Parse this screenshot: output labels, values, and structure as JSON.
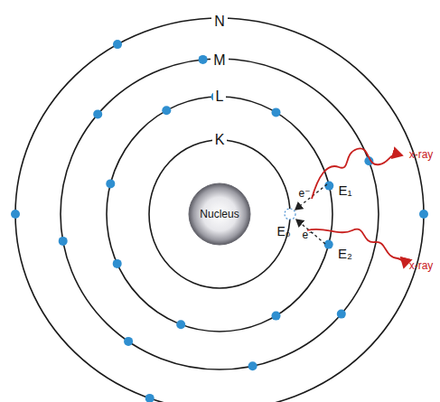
{
  "diagram": {
    "nodes": [
      {
        "text": [
          "Nucleus"
        ]
      }
    ],
    "labels": [
      "N",
      "M",
      "L",
      "K",
      "E₁",
      "E₀",
      "E₂",
      "e⁻",
      "e⁻",
      "x-ray",
      "x-ray"
    ]
  }
}
